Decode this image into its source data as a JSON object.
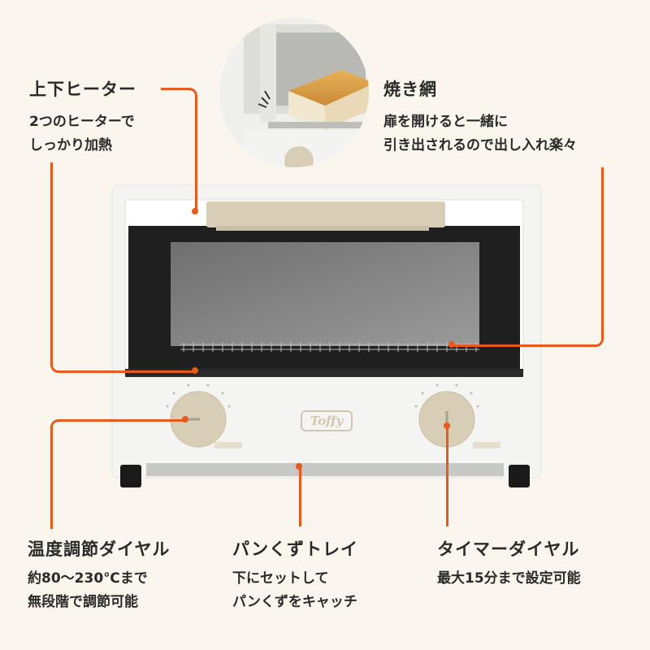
{
  "brand_logo": "Toffy",
  "callouts": {
    "heater": {
      "title": "上下ヒーター",
      "lines": [
        "2つのヒーターで",
        "しっかり加熱"
      ]
    },
    "rack": {
      "title": "焼き網",
      "lines": [
        "扉を開けると一緒に",
        "引き出されるので出し入れ楽々"
      ]
    },
    "temp_dial": {
      "title": "温度調節ダイヤル",
      "lines": [
        "約80〜230℃まで",
        "無段階で調節可能"
      ]
    },
    "crumb_tray": {
      "title": "パンくずトレイ",
      "lines": [
        "下にセットして",
        "パンくずをキャッチ"
      ]
    },
    "timer_dial": {
      "title": "タイマーダイヤル",
      "lines": [
        "最大15分まで設定可能"
      ]
    }
  },
  "colors": {
    "accent": "#e8591d",
    "background": "#faf6ee",
    "body": "#f4f4f2",
    "handle": "#d8ceb5"
  },
  "icons": [
    "toast-icon"
  ]
}
